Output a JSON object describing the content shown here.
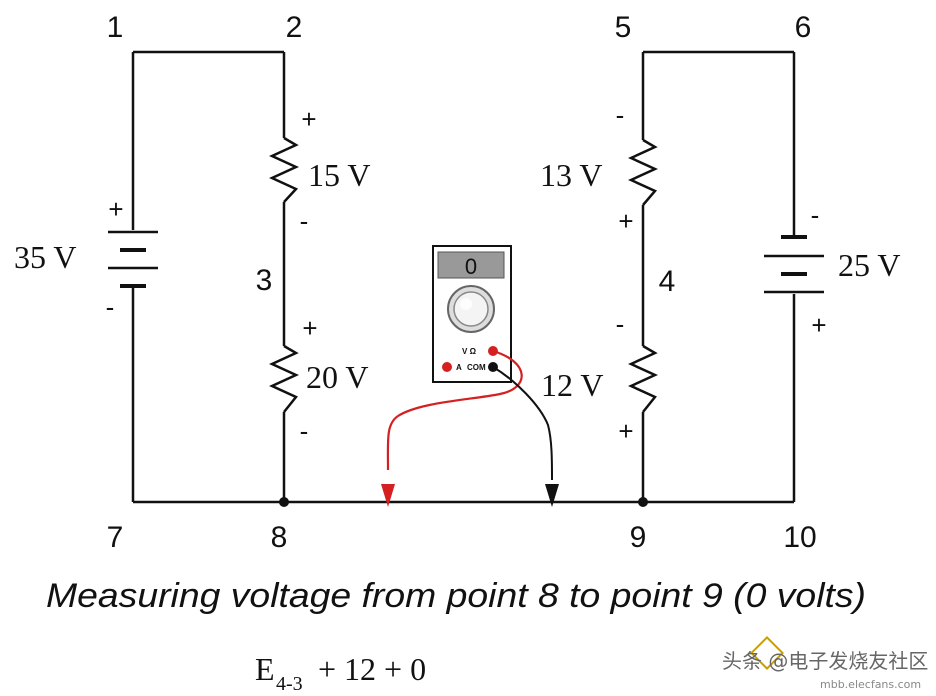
{
  "nodes": {
    "n1": "1",
    "n2": "2",
    "n3": "3",
    "n4": "4",
    "n5": "5",
    "n6": "6",
    "n7": "7",
    "n8": "8",
    "n9": "9",
    "n10": "10"
  },
  "sources": {
    "left": {
      "value": "35 V",
      "plus": "+",
      "minus": "-"
    },
    "right": {
      "value": "25 V",
      "plus": "+",
      "minus": "-"
    }
  },
  "resistors": {
    "r15": {
      "value": "15 V",
      "top": "+",
      "bottom": "-"
    },
    "r20": {
      "value": "20 V",
      "top": "+",
      "bottom": "-"
    },
    "r13": {
      "value": "13 V",
      "top": "-",
      "bottom": "+"
    },
    "r12": {
      "value": "12 V",
      "top": "-",
      "bottom": "+"
    }
  },
  "meter": {
    "reading": "0",
    "port_v": "V Ω",
    "port_a": "A",
    "port_com": "COM"
  },
  "probe_colors": {
    "red": "#d42020",
    "black": "#111111"
  },
  "caption": "Measuring voltage from point 8 to point 9 (0 volts)",
  "equation": {
    "e": "E",
    "sub": "4-3",
    "rest": "+ 12 + 0"
  },
  "watermark": {
    "text": "头条 @电子发烧友社区",
    "sub": "mbb.elecfans.com"
  }
}
